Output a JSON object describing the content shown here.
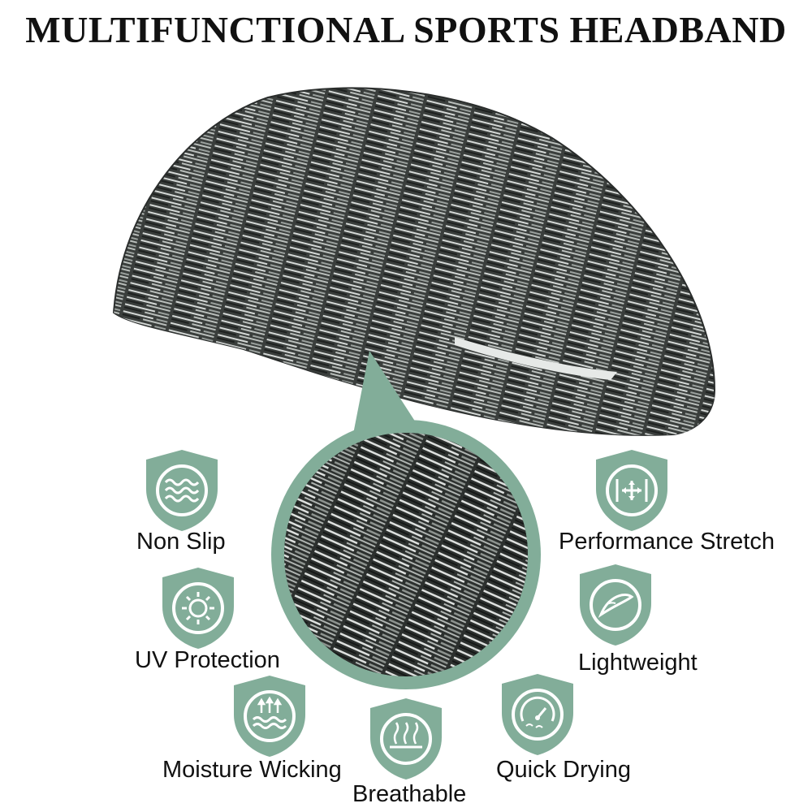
{
  "title": "MULTIFUNCTIONAL SPORTS HEADBAND",
  "colors": {
    "accent": "#82ad99",
    "fabric_dark": "#2f3331",
    "fabric_light": "#d9dcda",
    "text": "#111111"
  },
  "features": [
    {
      "label": "Non Slip",
      "icon": "waves-grip-icon"
    },
    {
      "label": "Performance Stretch",
      "icon": "expand-arrows-icon"
    },
    {
      "label": "UV Protection",
      "icon": "sun-icon"
    },
    {
      "label": "Lightweight",
      "icon": "feather-icon"
    },
    {
      "label": "Moisture Wicking",
      "icon": "water-up-arrows-icon"
    },
    {
      "label": "Quick Drying",
      "icon": "speed-gauge-icon"
    },
    {
      "label": "Breathable",
      "icon": "air-flow-icon"
    }
  ]
}
